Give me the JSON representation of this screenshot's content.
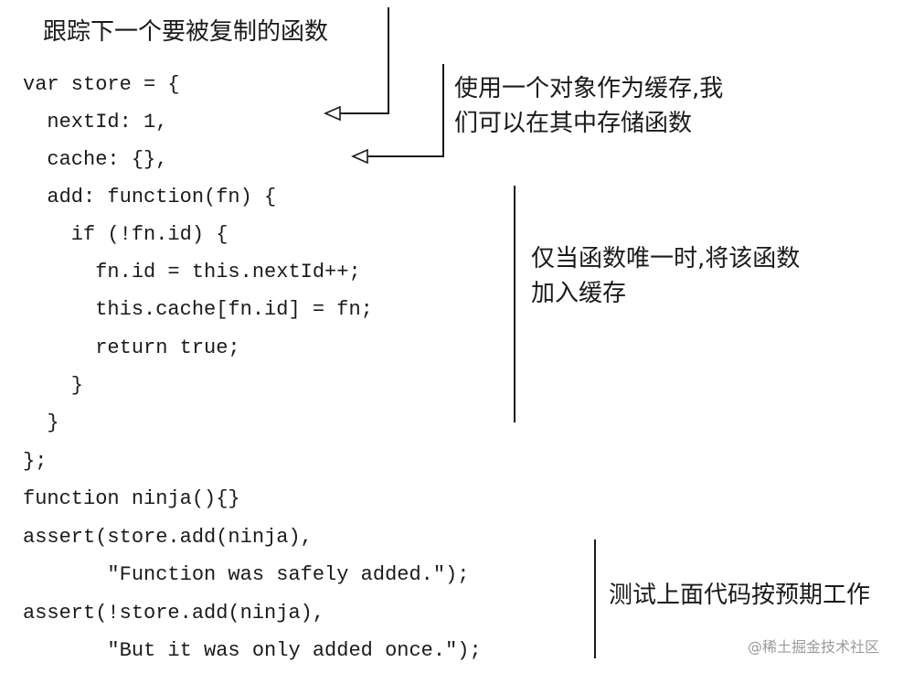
{
  "code_lines": [
    "var store = {",
    "  nextId: 1,",
    "  cache: {},",
    "  add: function(fn) {",
    "    if (!fn.id) {",
    "      fn.id = this.nextId++;",
    "      this.cache[fn.id] = fn;",
    "      return true;",
    "    }",
    "  }",
    "};",
    "function ninja(){}",
    "assert(store.add(ninja),",
    "       \"Function was safely added.\");",
    "assert(!store.add(ninja),",
    "       \"But it was only added once.\");"
  ],
  "annotations": {
    "track_next_function": "跟踪下一个要被复制的函数",
    "cache_object_line1": "使用一个对象作为缓存,我",
    "cache_object_line2": "们可以在其中存储函数",
    "add_unique_line1": "仅当函数唯一时,将该函数",
    "add_unique_line2": "加入缓存",
    "test_expected": "测试上面代码按预期工作"
  },
  "watermark": "@稀土掘金技术社区"
}
